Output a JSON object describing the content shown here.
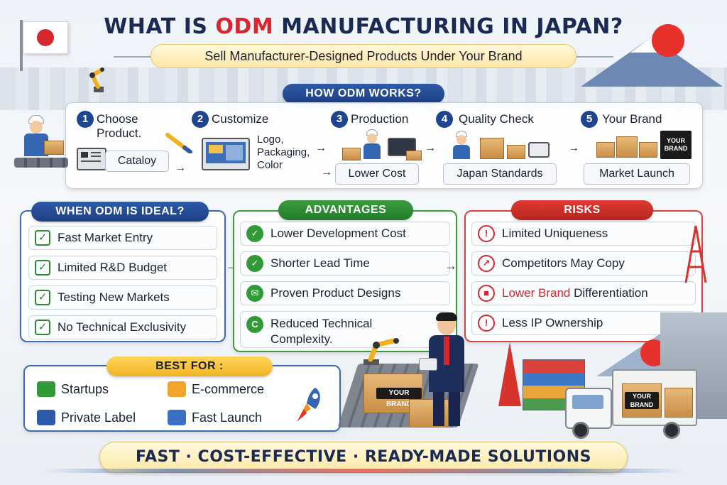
{
  "title": {
    "prefix": "WHAT IS ",
    "highlight": "ODM",
    "suffix": " MANUFACTURING IN JAPAN?"
  },
  "subtitle": "Sell Manufacturer-Designed Products Under Your Brand",
  "how": {
    "heading": "HOW ODM WORKS?",
    "steps": [
      {
        "num": "1",
        "title": "Choose Product.",
        "label": "Cataloy"
      },
      {
        "num": "2",
        "title": "Customize",
        "options": [
          "Logo,",
          "Packaging,",
          "Color"
        ]
      },
      {
        "num": "3",
        "title": "Production",
        "label": "Lower Cost"
      },
      {
        "num": "4",
        "title": "Quality Check",
        "label": "Japan Standards"
      },
      {
        "num": "5",
        "title": "Your Brand",
        "label": "Market Launch",
        "box_label": "YOUR BRAND"
      }
    ]
  },
  "ideal": {
    "heading": "WHEN ODM IS IDEAL?",
    "items": [
      "Fast Market Entry",
      "Limited R&D Budget",
      "Testing New Markets",
      "No Technical Exclusivity"
    ]
  },
  "advantages": {
    "heading": "ADVANTAGES",
    "items": [
      "Lower Development Cost",
      "Shorter Lead Time",
      "Proven Product Designs"
    ],
    "item4_line1": "Reduced Technical",
    "item4_line2": "Complexity."
  },
  "risks": {
    "heading": "RISKS",
    "items": [
      "Limited Uniqueness",
      "Competitors May Copy"
    ],
    "item3_red": "Lower Brand",
    "item3_rest": " Differentiation",
    "item4": "Less IP Ownership"
  },
  "best_for": {
    "heading": "BEST FOR :",
    "items": [
      "Startups",
      "E-commerce",
      "Private Label",
      "Fast Launch"
    ]
  },
  "scene": {
    "box_label_1": "YOUR BRAND",
    "box_label_2": "YOUR BRAND"
  },
  "footer": "FAST · COST-EFFECTIVE · READY-MADE SOLUTIONS",
  "colors": {
    "navy": "#1b2a52",
    "red": "#d7262d",
    "green": "#3a9d3e",
    "blue": "#2e5aa8",
    "gold": "#f1b322"
  }
}
